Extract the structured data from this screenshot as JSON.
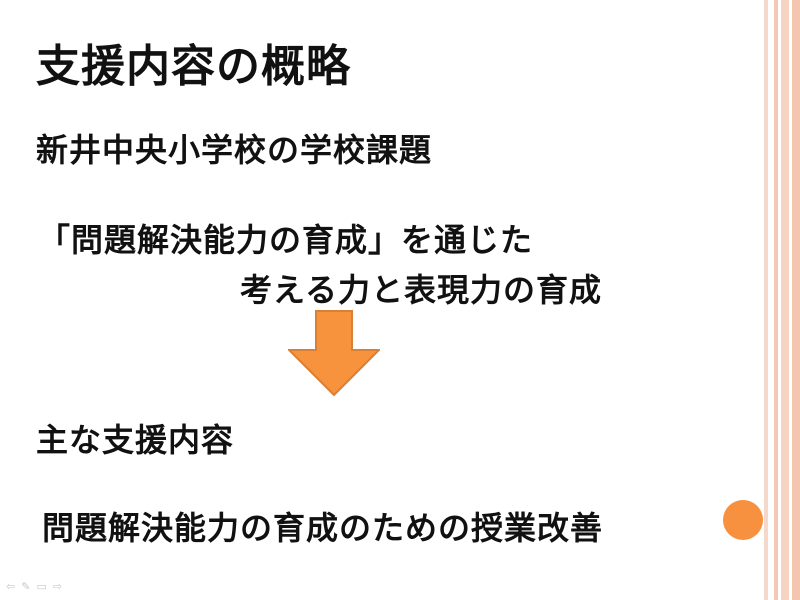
{
  "slide": {
    "title": "支援内容の概略",
    "school_subject": "新井中央小学校の学校課題",
    "quote_line1": "「問題解決能力の育成」を通じた",
    "quote_line2": "考える力と表現力の育成",
    "main_support_heading": "主な支援内容",
    "main_support_item": "問題解決能力の育成のための授業改善"
  },
  "icons": {
    "arrow": "down-arrow-icon",
    "circle": "orange-circle",
    "nav": [
      "previous-icon",
      "pen-icon",
      "menu-icon",
      "next-icon"
    ]
  },
  "nav_glyphs": {
    "prev": "⇦",
    "pen": "✎",
    "menu": "▭",
    "next": "⇨"
  },
  "colors": {
    "arrow_fill": "#f7923d",
    "arrow_stroke": "#d97f36",
    "circle_fill": "#f7913f",
    "text": "#111111"
  }
}
